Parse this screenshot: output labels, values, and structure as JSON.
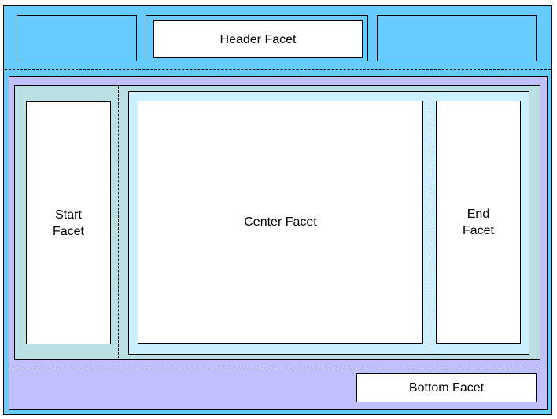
{
  "facets": {
    "header": "Header Facet",
    "start": "Start\nFacet",
    "center": "Center Facet",
    "end": "End\nFacet",
    "bottom": "Bottom Facet"
  },
  "colors": {
    "outer_background": "#66ccff",
    "body_background": "#c0c0ff",
    "start_panel": "#bbe0e3",
    "center_panel": "#ccf0ff",
    "facet_fill": "#ffffff",
    "line": "#000000"
  }
}
